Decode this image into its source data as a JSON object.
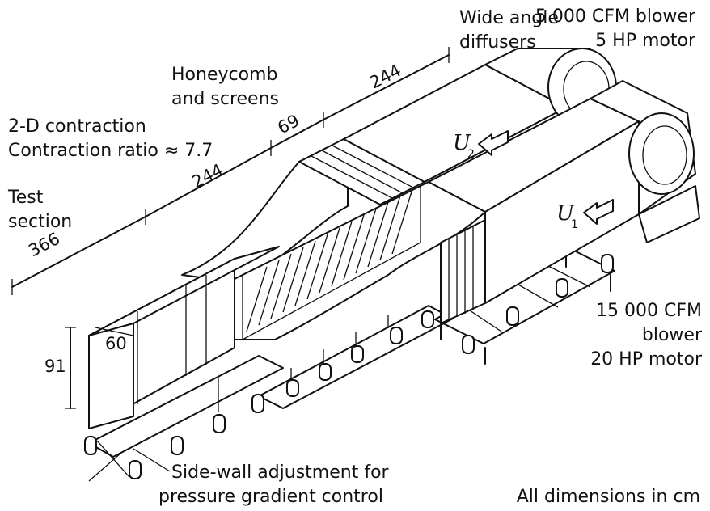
{
  "labels": {
    "wide_angle_l1": "Wide angle",
    "wide_angle_l2": "diffusers",
    "blower_small_l1": "5 000 CFM blower",
    "blower_small_l2": "5 HP motor",
    "honeycomb_l1": "Honeycomb",
    "honeycomb_l2": "and screens",
    "contraction_l1": "2-D contraction",
    "contraction_l2": "Contraction ratio ≈ 7.7",
    "test_l1": "Test",
    "test_l2": "section",
    "blower_big_l1": "15 000 CFM",
    "blower_big_l2": "blower",
    "blower_big_l3": "20 HP motor",
    "sidewall_l1": "Side-wall adjustment for",
    "sidewall_l2": "pressure gradient control",
    "units_note": "All dimensions in cm"
  },
  "dimensions": {
    "diffuser_len": "244",
    "screens_len": "69",
    "contraction_len": "244",
    "test_len": "366",
    "width": "60",
    "height": "91"
  },
  "flow": {
    "u1_symbol": "U",
    "u1_sub": "1",
    "u2_symbol": "U",
    "u2_sub": "2"
  }
}
